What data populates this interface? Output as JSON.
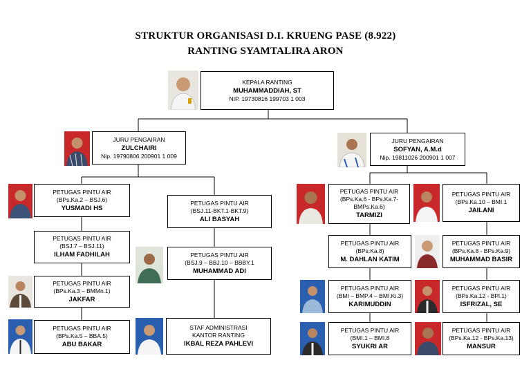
{
  "title_line1": "STRUKTUR ORGANISASI D.I. KRUENG PASE (8.922)",
  "title_line2": "RANTING SYAMTALIRA ARON",
  "head": {
    "role": "KEPALA RANTING",
    "name": "MUHAMMADDIAH, ST",
    "nip": "NIP. 19730816 199703 1 003"
  },
  "juru_left": {
    "role": "JURU PENGAIRAN",
    "name": "ZULCHAIRI",
    "nip": "Nip. 19790806 200901 1 009"
  },
  "juru_right": {
    "role": "JURU PENGAIRAN",
    "name": "SOFYAN, A.M.d",
    "nip": "Nip. 19811026 200901 1 007"
  },
  "left_col1": [
    {
      "role": "PETUGAS PINTU AIR",
      "code": "(BPs.Ka.2 – BSJ.6)",
      "name": "YUSMADI HS"
    },
    {
      "role": "PETUGAS PINTU AIR",
      "code": "(BSJ.7 – BSJ.11)",
      "name": "ILHAM FADHILAH"
    },
    {
      "role": "PETUGAS PINTU AIR",
      "code": "(BPs.Ka.3 – BMMn.1)",
      "name": "JAKFAR"
    },
    {
      "role": "PETUGAS PINTU AIR",
      "code": "(BPs.Ka.5 – BBA.5)",
      "name": "ABU BAKAR"
    }
  ],
  "left_col2": [
    {
      "role": "PETUGAS PINTU AIR",
      "code": "(BSJ.11-BKT.1-BKT.9)",
      "name": "ALI BASYAH"
    },
    {
      "role": "PETUGAS PINTU AIR",
      "code": "(BSJ.9 – BBJ.10 – BBBY.1",
      "name": "MUHAMMAD ADI"
    }
  ],
  "staff": {
    "line1": "STAF ADMINISTRASI",
    "line2": "KANTOR RANTING",
    "name": "IKBAL REZA PAHLEVI"
  },
  "right_col1": [
    {
      "role": "PETUGAS PINTU AIR",
      "code": "(BPs.Ka.6 - BPs.Ka.7-",
      "code2": "BMPs.Ka.6)",
      "name": "TARMIZI"
    },
    {
      "role": "PETUGAS PINTU AIR",
      "code": "(BPs.Ka.8)",
      "name": "M. DAHLAN KATIM"
    },
    {
      "role": "PETUGAS PINTU AIR",
      "code": "(BMI – BMP.4 – BMI.Ki.3)",
      "name": "KARIMUDDIN"
    },
    {
      "role": "PETUGAS PINTU AIR",
      "code": "(BMI.1 – BMI.8",
      "name": "SYUKRI AR"
    }
  ],
  "right_col2": [
    {
      "role": "PETUGAS PINTU AIR",
      "code": "(BPs.Ka.10 – BMI.1",
      "name": "JAILANI"
    },
    {
      "role": "PETUGAS PINTU AIR",
      "code": "(BPs.Ka.8 - BPs.Ka.9)",
      "name": "MUHAMMAD BASIR"
    },
    {
      "role": "PETUGAS PINTU AIR",
      "code": "(BPs.Ka.12 - BPl.1)",
      "name": "ISFRIZAL, SE"
    },
    {
      "role": "PETUGAS PINTU AIR",
      "code": "(BPs.Ka.12 - BPs.Ka.13)",
      "name": "MANSUR"
    }
  ],
  "colors": {
    "photo_red": "#c8282a",
    "photo_blue": "#2a5fb0",
    "photo_white": "#f2f2f2",
    "line": "#000000"
  }
}
